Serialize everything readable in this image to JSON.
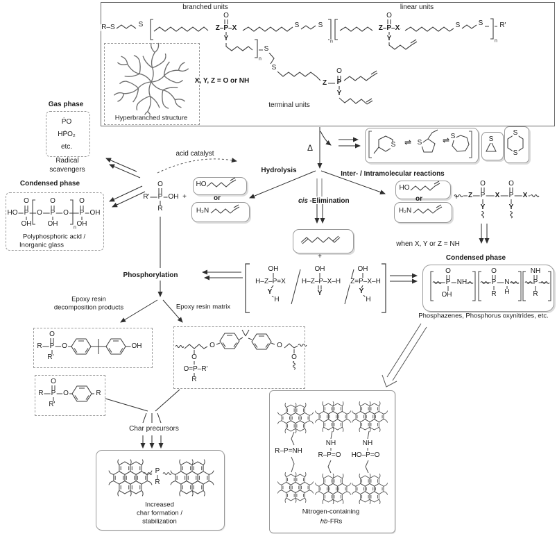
{
  "top_box": {
    "branched": "branched units",
    "linear": "linear units",
    "terminal": "terminal units",
    "hyperbranched": "Hyperbranched structure",
    "xyz": "X, Y, Z = O or NH"
  },
  "atoms": {
    "R": "R",
    "Rp": "R'",
    "RS": "R–S",
    "S": "S",
    "O": "O",
    "P": "P",
    "X": "X",
    "Y": "Y",
    "Z": "Z",
    "N": "N",
    "H": "H",
    "n": "n",
    "OH": "OH",
    "HO": "HO",
    "H2N": "H₂N",
    "NH": "NH",
    "plus": "+",
    "delta": "Δ",
    "eq": "⇌",
    "ZPX": "Z–P–X",
    "HZPX": "H–Z–P=X",
    "HZPXH": "H–Z–P–X–H",
    "ZPXH": "Z=P–X–H",
    "OPR": "O=P–R'",
    "RPNH": "R–P=NH",
    "RPO": "R–P=O",
    "HOPO": "HO–P=O"
  },
  "gas": {
    "title": "Gas phase",
    "s1": "ṖO",
    "s2": "HṖO₂",
    "s3": "etc.",
    "cap1": "Radical",
    "cap2": "scavengers"
  },
  "cond_left": {
    "title": "Condensed phase",
    "cap1": "Polyphosphoric acid /",
    "cap2": "Inorganic glass"
  },
  "cond_right": {
    "title": "Condensed phase",
    "caption": "Phosphazenes, Phosphorus oxynitrides, etc."
  },
  "reactions": {
    "acid": "acid catalyst",
    "hydrolysis": "Hydrolysis",
    "cis": "cis",
    "elim": "-Elimination",
    "inter": "Inter- / Intramolecular reactions",
    "or": "or",
    "when": "when X, Y or Z = NH",
    "phos": "Phosphorylation",
    "epoxy1": "Epoxy resin",
    "epoxy2": "decomposition products",
    "matrix": "Epoxy resin matrix",
    "charpre": "Char precursors"
  },
  "char_box": {
    "l1": "Increased",
    "l2": "char formation /",
    "l3": "stabilization"
  },
  "nitro_box": {
    "l1": "Nitrogen-containing",
    "hb": "hb",
    "frs": "-FRs"
  },
  "colors": {
    "bond": "#3d3d3d",
    "arrow": "#2e2e2e",
    "box_border": "#999999"
  }
}
